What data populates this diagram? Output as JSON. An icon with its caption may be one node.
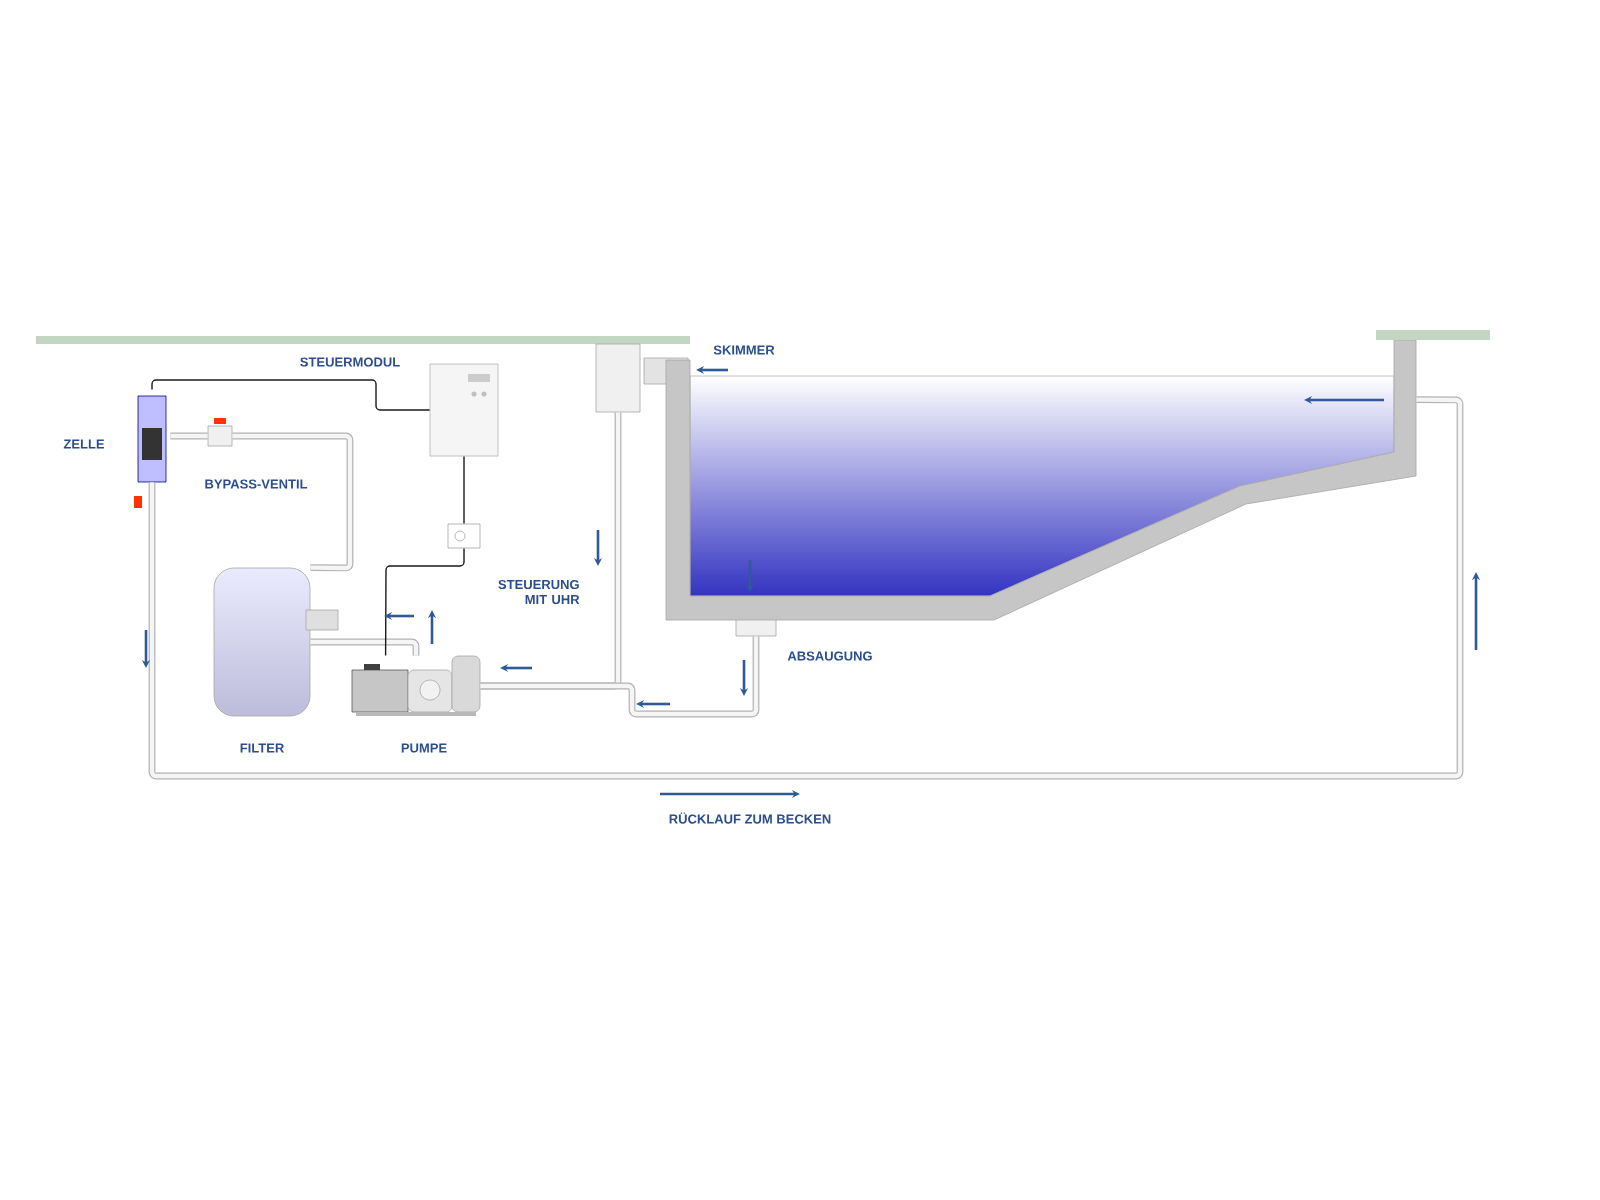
{
  "diagram": {
    "nodes": [
      {
        "text": [],
        "shape": "box",
        "beside": [
          "STEUERMODUL"
        ]
      },
      {
        "text": [],
        "shape": "box"
      },
      {
        "text": [],
        "shape": "picture",
        "beside": [
          "ZELLE"
        ]
      },
      {
        "text": [],
        "shape": "box",
        "beside": [
          "BYPASS-VENTIL"
        ]
      },
      {
        "text": [],
        "shape": "box",
        "beside": [
          "STEUERUNG MIT UHR"
        ]
      },
      {
        "text": [],
        "shape": "picture",
        "beside": [
          "FILTER"
        ]
      },
      {
        "text": [],
        "shape": "picture",
        "beside": [
          "PUMPE"
        ]
      },
      {
        "text": [],
        "shape": "box",
        "beside": [
          "ABSAUGUNG"
        ]
      },
      {
        "text": [],
        "shape": "picture"
      }
    ],
    "edges": [
      {
        "from": 1,
        "to": 6,
        "arrow": "none"
      },
      {
        "from": 7,
        "to": 6,
        "arrow": "none"
      },
      {
        "from": 6,
        "to": 5,
        "arrow": "none"
      },
      {
        "from": 5,
        "to": 3,
        "arrow": "none"
      },
      {
        "from": 3,
        "to": 2,
        "arrow": "none"
      },
      {
        "from": 2,
        "to": 8,
        "arrow": "none",
        "label": "RÜCKLAUF ZUM BECKEN"
      },
      {
        "from": 0,
        "to": 2,
        "arrow": "none",
        "color": "#1a1a1a"
      },
      {
        "from": 0,
        "to": 4,
        "arrow": "none",
        "color": "#1a1a1a"
      },
      {
        "from": 4,
        "to": 6,
        "arrow": "none",
        "color": "#1a1a1a"
      }
    ],
    "labels": [
      "SKIMMER"
    ]
  }
}
